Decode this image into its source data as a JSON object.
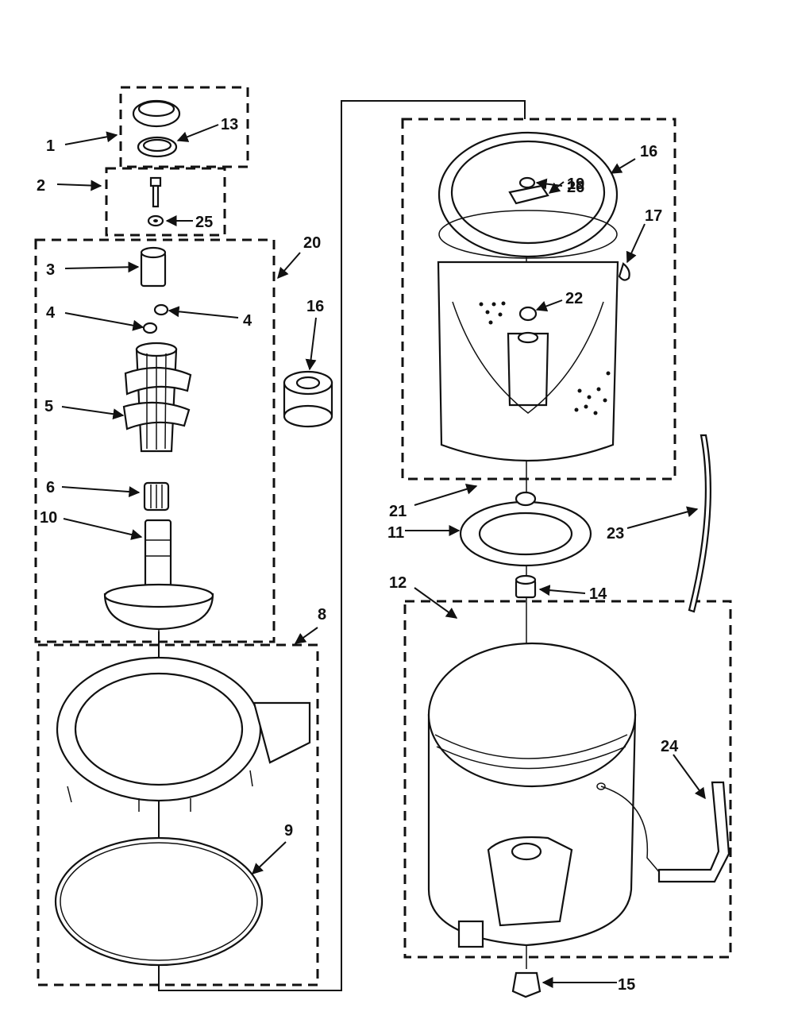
{
  "labels": {
    "l1": "1",
    "l2": "2",
    "l3": "3",
    "l4a": "4",
    "l4b": "4",
    "l5": "5",
    "l6": "6",
    "l8": "8",
    "l9": "9",
    "l10": "10",
    "l11": "11",
    "l12": "12",
    "l13": "13",
    "l14": "14",
    "l15": "15",
    "l16a": "16",
    "l16b": "16",
    "l17": "17",
    "l19": "19",
    "l20": "20",
    "l21": "21",
    "l22": "22",
    "l23": "23",
    "l24": "24",
    "l25": "25",
    "l26": "26"
  }
}
